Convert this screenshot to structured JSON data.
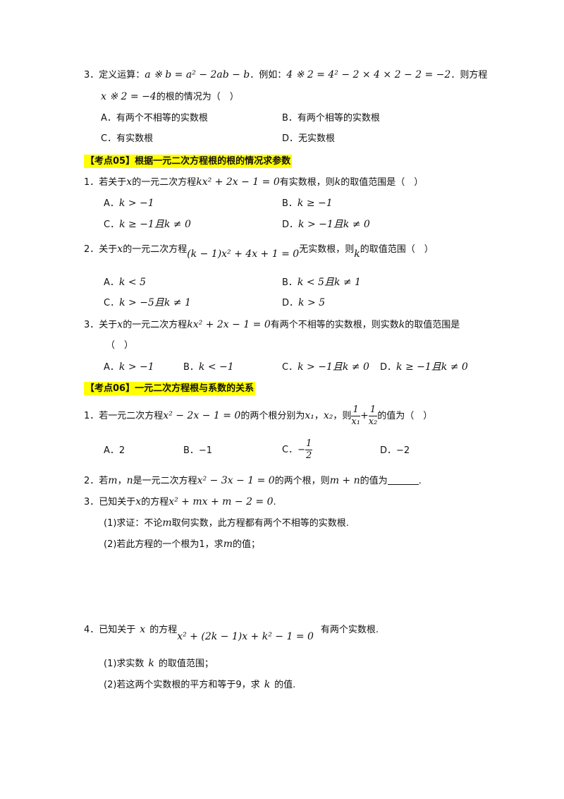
{
  "s1": {
    "q3": {
      "num": "3．",
      "text_a": "定义运算：",
      "m1": "a ※ b = a² − 2ab − b",
      "text_b": "．例如：",
      "m2": "4 ※ 2 = 4² − 2 × 4 × 2 − 2 = −2",
      "text_c": "．则方程",
      "m3": "x ※ 2 = −4",
      "text_d": "的根的情况为（　）",
      "options": [
        "A．有两个不相等的实数根",
        "B．有两个相等的实数根",
        "C．有实数根",
        "D．无实数根"
      ]
    }
  },
  "h05": "【考点05】根据一元二次方程根的根的情况求参数",
  "s2": {
    "q1": {
      "num": "1．",
      "t1": "若关于",
      "v1": "x",
      "t2": "的一元二次方程",
      "m": "kx² + 2x − 1 = 0",
      "t3": "有实数根，则",
      "v2": "k",
      "t4": "的取值范围是（　）",
      "options": [
        {
          "l": "A．",
          "v": "k > −1"
        },
        {
          "l": "B．",
          "v": "k ≥ −1"
        },
        {
          "l": "C．",
          "v": "k ≥ −1且k ≠ 0"
        },
        {
          "l": "D．",
          "v": "k > −1且k ≠ 0"
        }
      ]
    },
    "q2": {
      "num": "2．",
      "t1": "关于",
      "v1": "x",
      "t2": "的一元二次方程",
      "m": "(k − 1)x² + 4x + 1 = 0",
      "t3": "无实数根，则",
      "v2": "k",
      "t4": "的取值范围（　）",
      "options": [
        {
          "l": "A．",
          "v": "k < 5"
        },
        {
          "l": "B．",
          "v": "k < 5且k ≠ 1"
        },
        {
          "l": "C．",
          "v": "k > −5且k ≠ 1"
        },
        {
          "l": "D．",
          "v": "k > 5"
        }
      ]
    },
    "q3": {
      "num": "3．",
      "t1": "关于",
      "v1": "x",
      "t2": "的一元二次方程",
      "m": "kx² + 2x − 1 = 0",
      "t3": "有两个不相等的实数根，则实数",
      "v2": "k",
      "t4": "的取值范围是",
      "cont": "（　）",
      "options": [
        {
          "l": "A．",
          "v": "k > −1"
        },
        {
          "l": "B．",
          "v": "k < −1"
        },
        {
          "l": "C．",
          "v": "k > −1且k ≠ 0"
        },
        {
          "l": "D．",
          "v": "k ≥ −1且k ≠ 0"
        }
      ]
    }
  },
  "h06": "【考点06】一元二次方程根与系数的关系",
  "s3": {
    "q1": {
      "num": "1．",
      "t1": "若一元二次方程",
      "m": "x² − 2x − 1 = 0",
      "t2": "的两个根分别为",
      "r1": "x₁",
      "sep": "，",
      "r2": "x₂",
      "t3": "，则",
      "f1n": "1",
      "f1d": "x₁",
      "plus": "+",
      "f2n": "1",
      "f2d": "x₂",
      "t4": "的值为（　）",
      "optA": "A．2",
      "optB": "B．−1",
      "optC_l": "C．−",
      "optC_n": "1",
      "optC_d": "2",
      "optD": "D．−2"
    },
    "q2": {
      "num": "2．",
      "t1": "若",
      "v1": "m",
      "t2": "，",
      "v2": "n",
      "t3": "是一元二次方程",
      "m": "x² − 3x − 1 = 0",
      "t4": "的两个根，则",
      "m2": "m + n",
      "t5": "的值为",
      "t6": "."
    },
    "q3": {
      "num": "3．",
      "t1": "已知关于",
      "v1": "x",
      "t2": "的方程",
      "m": "x² + mx + m − 2 = 0",
      "t3": ".",
      "p1a": "(1)求证：不论",
      "p1v": "m",
      "p1b": "取何实数，此方程都有两个不相等的实数根.",
      "p2a": "(2)若此方程的一个根为1，求",
      "p2v": "m",
      "p2b": "的值；"
    },
    "q4": {
      "num": "4．",
      "t1": "已知关于",
      "v1": "x",
      "t2": "的方程",
      "m": "x² + (2k − 1)x + k² − 1 = 0",
      "t3": "有两个实数根.",
      "p1a": "(1)求实数",
      "p1v": "k",
      "p1b": "的取值范围；",
      "p2a": "(2)若这两个实数根的平方和等于9，求",
      "p2v": "k",
      "p2b": "的值."
    }
  },
  "colors": {
    "highlight": "#ffff00",
    "text": "#111111"
  }
}
